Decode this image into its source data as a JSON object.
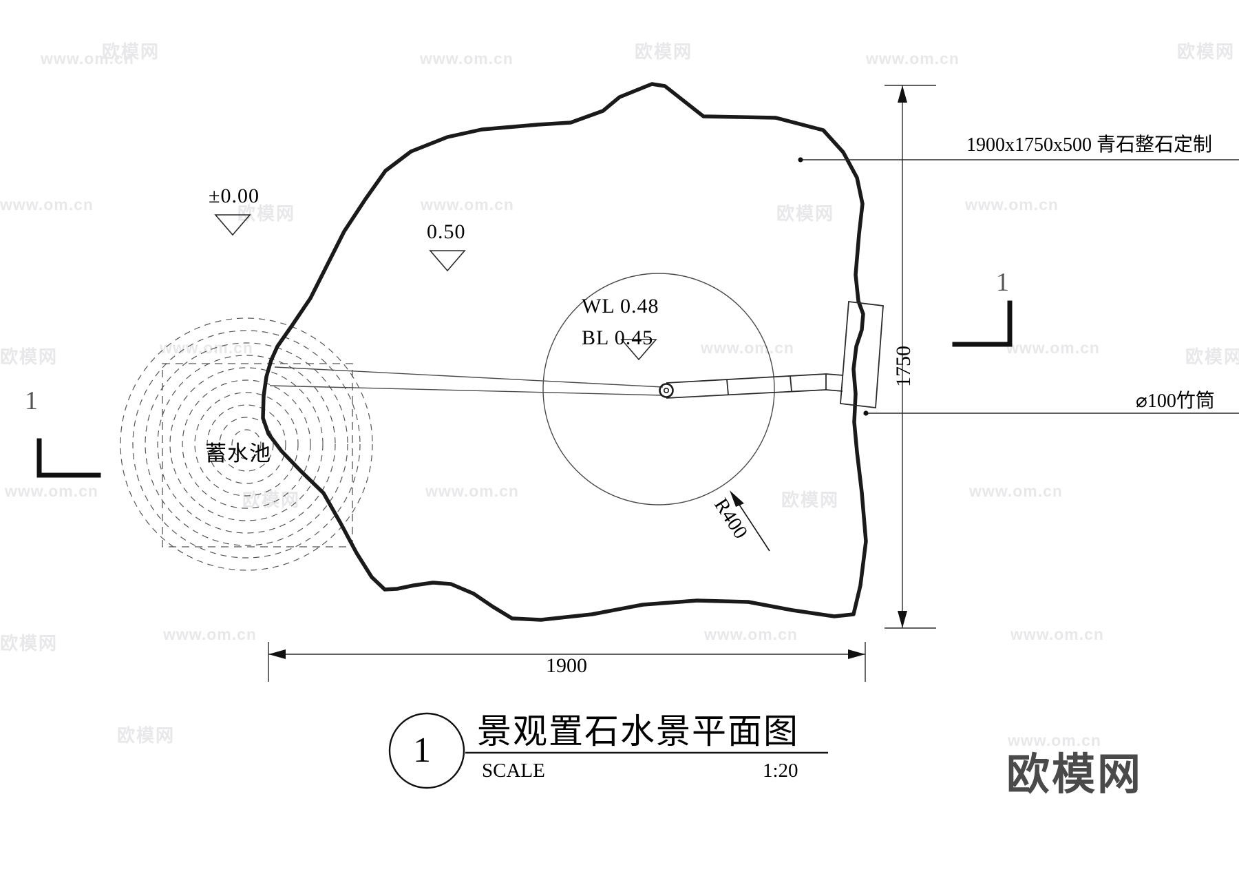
{
  "drawing": {
    "title": "景观置石水景平面图",
    "scale_label": "SCALE",
    "scale_value": "1:20",
    "detail_number": "1",
    "section_marker_left": "1",
    "section_marker_right": "1"
  },
  "annotations": {
    "stone_spec": "1900x1750x500  青石整石定制",
    "bamboo_pipe": "⌀100竹筒",
    "water_tank": "蓄水池",
    "elevation_ground": "±0.00",
    "elevation_stone": "0.50",
    "water_level": "WL 0.48",
    "bottom_level": "BL 0.45",
    "radius": "R400"
  },
  "dimensions": {
    "width": "1900",
    "height": "1750"
  },
  "watermark": {
    "url": "www.om.cn",
    "cn": "欧模网",
    "logo": "欧模网"
  },
  "chart_data": {
    "type": "table",
    "title": "景观置石水景平面图",
    "notes": [
      "1900x1750x500  青石整石定制",
      "⌀100竹筒",
      "蓄水池",
      "R400"
    ]
  }
}
